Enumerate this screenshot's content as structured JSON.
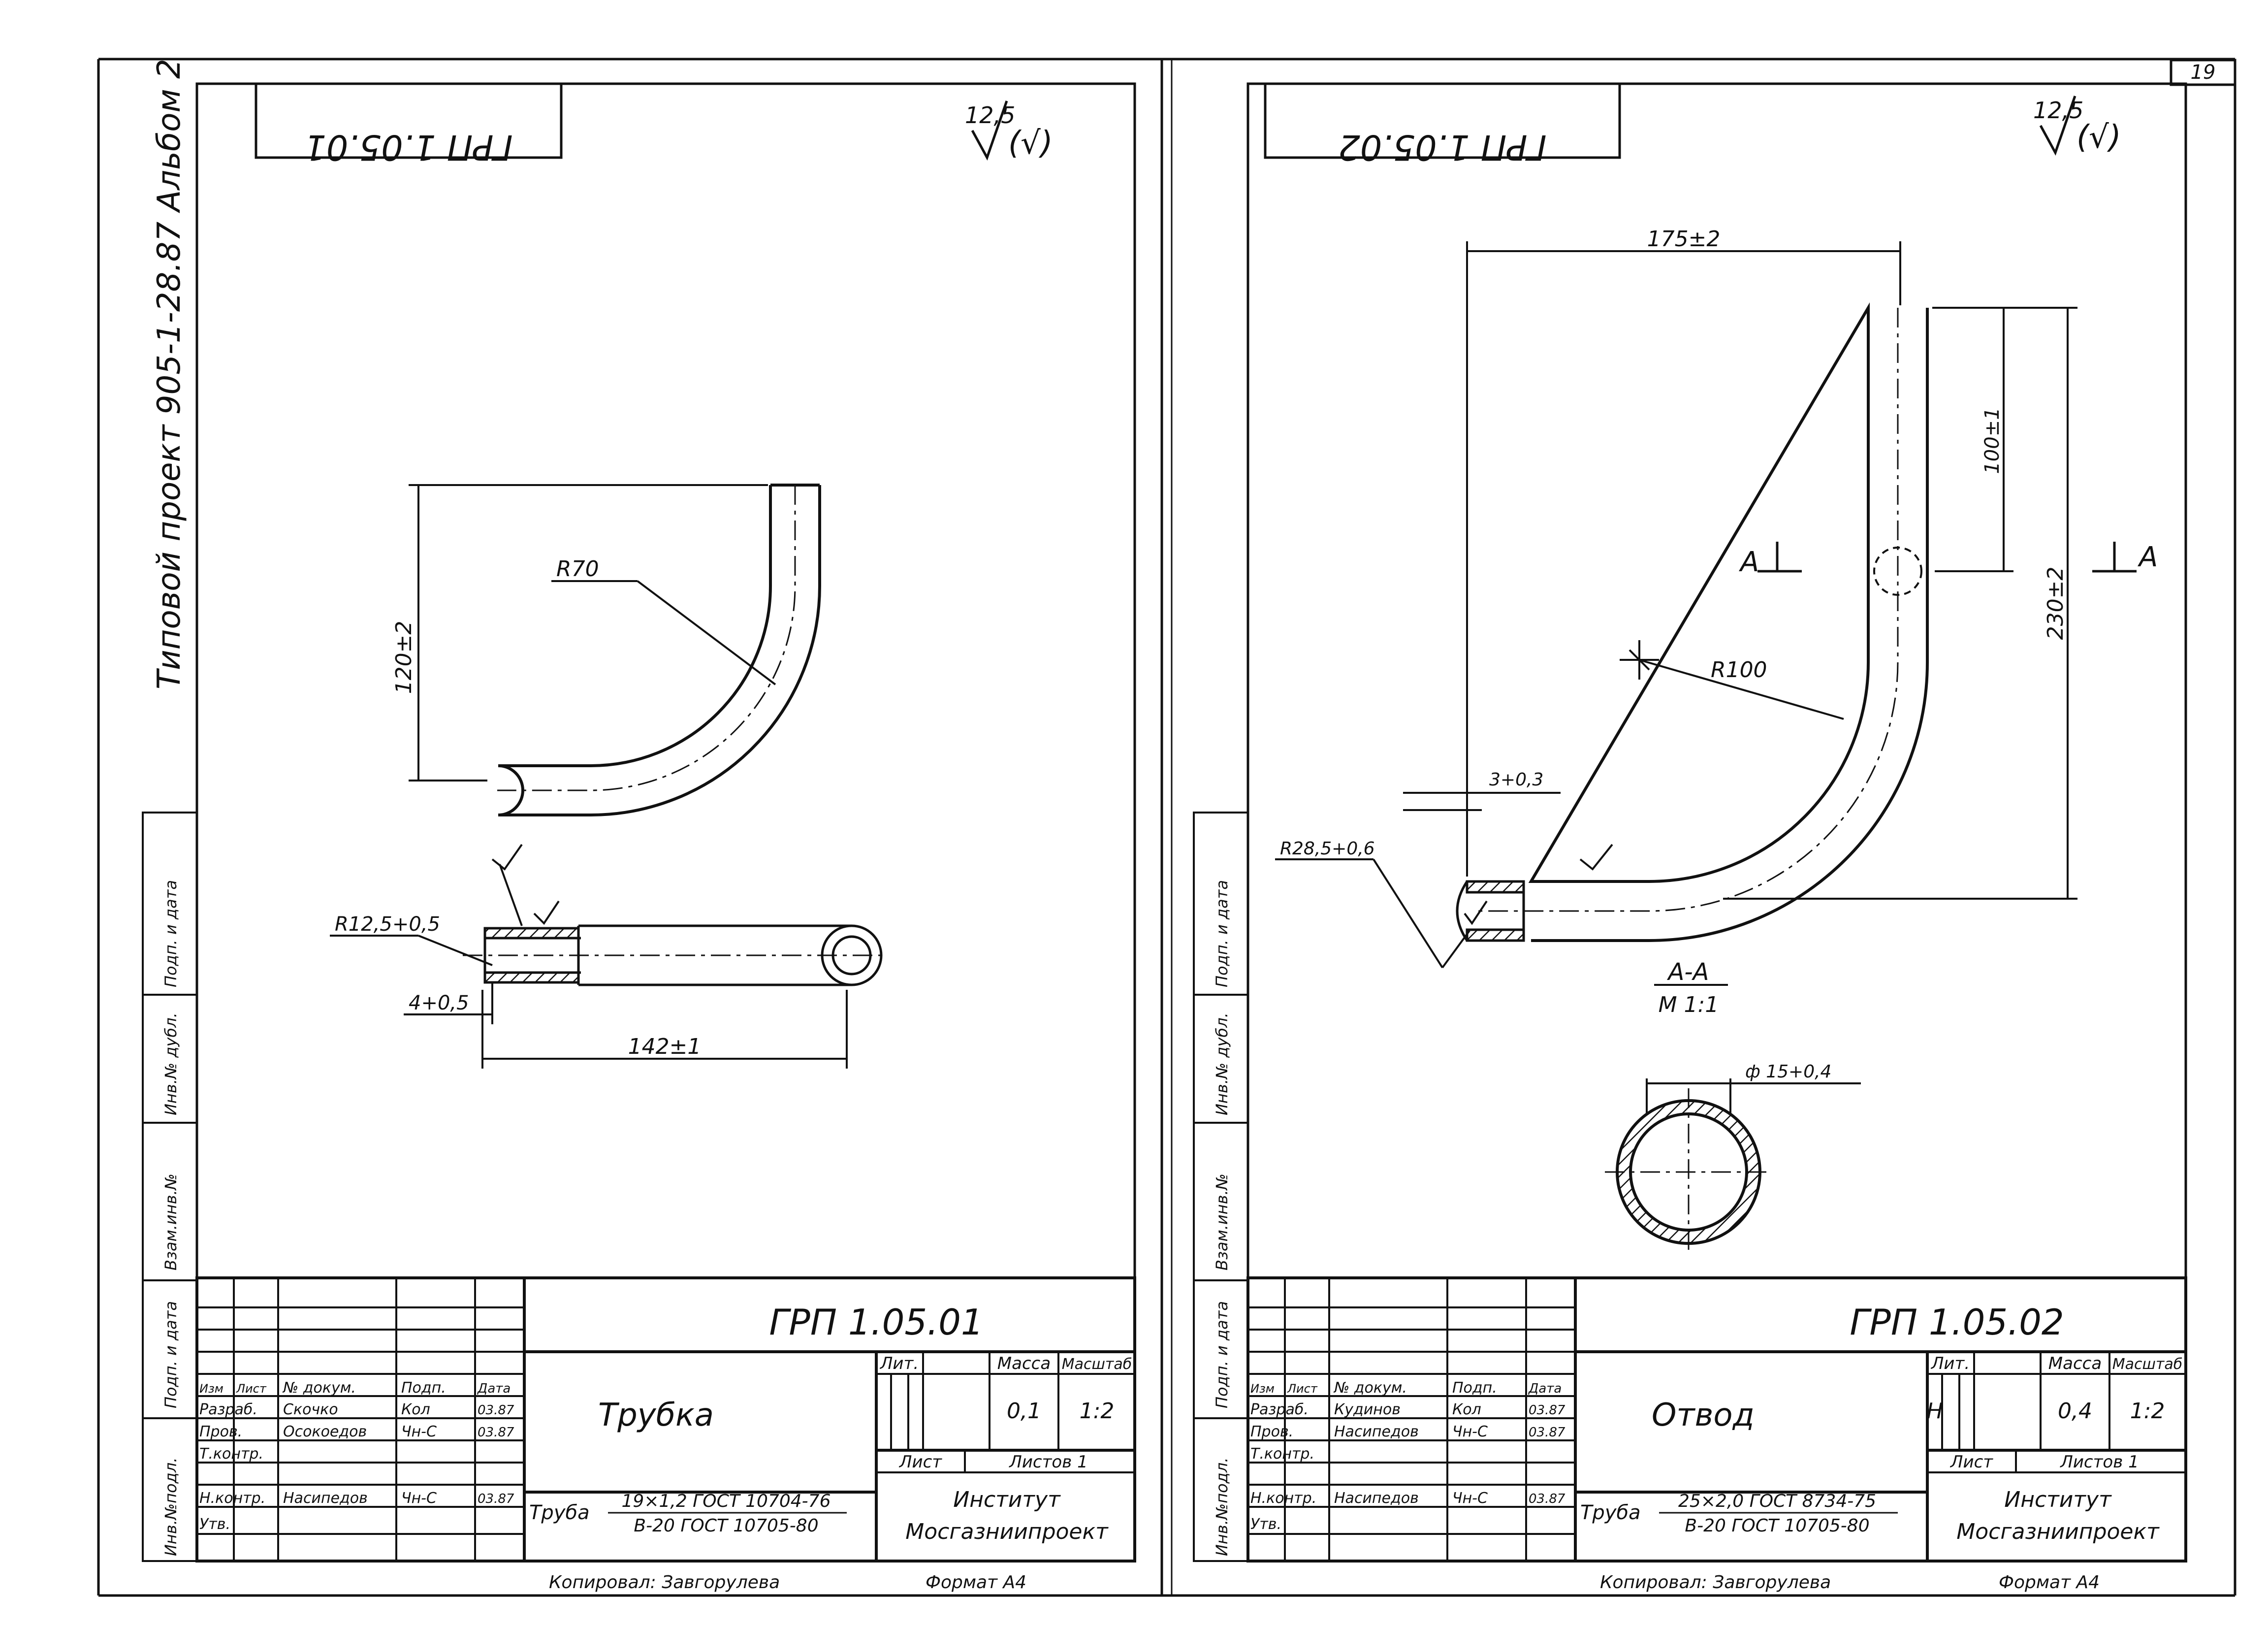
{
  "page": {
    "page_number": "19",
    "side_text": "Типовой проект 905-1-28.87 Альбом 2",
    "stamp_labels": [
      "Инв.№подл.",
      "Подп. и дата",
      "Взам.инв.№",
      "Инв.№ дубл.",
      "Подп. и дата"
    ],
    "roughness": "12,5",
    "roughness_suffix": "(√)"
  },
  "sheets": [
    {
      "id": "left",
      "top_code": "ГРП 1.05.01",
      "code": "ГРП 1.05.01",
      "name": "Трубка",
      "dims": {
        "height": "120±2",
        "radius": "R70",
        "end_radius": "R12,5+0,5",
        "offset": "4+0,5",
        "length": "142±1"
      },
      "header": {
        "izm": "Изм",
        "list": "Лист",
        "doc": "№ докум.",
        "sign": "Подп.",
        "date": "Дата"
      },
      "rows": [
        {
          "role": "Разраб.",
          "name": "Скочко",
          "sign": "Кол",
          "date": "03.87"
        },
        {
          "role": "Пров.",
          "name": "Осокоедов",
          "sign": "Чн-С",
          "date": "03.87"
        },
        {
          "role": "Т.контр.",
          "name": "",
          "sign": "",
          "date": ""
        },
        {
          "role": "Н.контр.",
          "name": "Насипедов",
          "sign": "Чн-С",
          "date": "03.87"
        },
        {
          "role": "Утв.",
          "name": "",
          "sign": "",
          "date": ""
        }
      ],
      "lit_label": "Лит.",
      "mass_label": "Масса",
      "scale_label": "Масштаб",
      "lit": "",
      "mass": "0,1",
      "scale": "1:2",
      "sheet_label": "Лист",
      "sheets_label": "Листов 1",
      "material_prefix": "Труба",
      "material_top": "19×1,2 ГОСТ 10704-76",
      "material_bottom": "В-20 ГОСТ 10705-80",
      "org1": "Институт",
      "org2": "Мосгазниипроект",
      "copied": "Копировал: Завгорулева",
      "format": "Формат А4"
    },
    {
      "id": "right",
      "top_code": "ГРП 1.05.02",
      "code": "ГРП 1.05.02",
      "name": "Отвод",
      "dims": {
        "top_length": "175±2",
        "vertical_small": "100±1",
        "height": "230±2",
        "radius": "R100",
        "offset": "3+0,3",
        "end_radius": "R28,5+0,6",
        "section_mark": "А",
        "section_label": "А-А",
        "section_scale": "М 1:1",
        "diameter": "ф 15+0,4"
      },
      "header": {
        "izm": "Изм",
        "list": "Лист",
        "doc": "№ докум.",
        "sign": "Подп.",
        "date": "Дата"
      },
      "rows": [
        {
          "role": "Разраб.",
          "name": "Кудинов",
          "sign": "Кол",
          "date": "03.87"
        },
        {
          "role": "Пров.",
          "name": "Насипедов",
          "sign": "Чн-С",
          "date": "03.87"
        },
        {
          "role": "Т.контр.",
          "name": "",
          "sign": "",
          "date": ""
        },
        {
          "role": "Н.контр.",
          "name": "Насипедов",
          "sign": "Чн-С",
          "date": "03.87"
        },
        {
          "role": "Утв.",
          "name": "",
          "sign": "",
          "date": ""
        }
      ],
      "lit_label": "Лит.",
      "mass_label": "Масса",
      "scale_label": "Масштаб",
      "lit": "Н",
      "mass": "0,4",
      "scale": "1:2",
      "sheet_label": "Лист",
      "sheets_label": "Листов 1",
      "material_prefix": "Труба",
      "material_top": "25×2,0 ГОСТ 8734-75",
      "material_bottom": "В-20 ГОСТ 10705-80",
      "org1": "Институт",
      "org2": "Мосгазниипроект",
      "copied": "Копировал: Завгорулева",
      "format": "Формат А4"
    }
  ]
}
